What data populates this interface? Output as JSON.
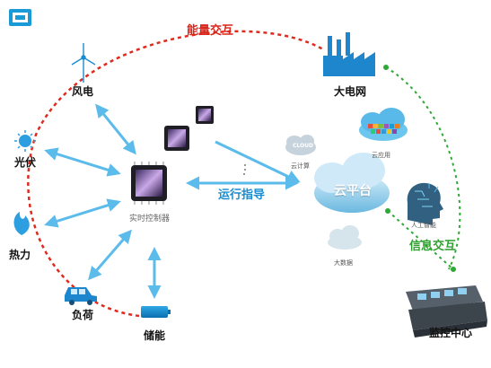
{
  "labels": {
    "energy_exchange": "能量交互",
    "info_exchange": "信息交互",
    "operation_guide": "运行指导",
    "wind": "风电",
    "solar": "光伏",
    "thermal": "热力",
    "load": "负荷",
    "storage": "储能",
    "controller": "实时控制器",
    "grid": "大电网",
    "cloud_platform": "云平台",
    "cloud_computing": "云计算",
    "cloud_app": "云应用",
    "big_data": "大数据",
    "ai": "人工智能",
    "monitor": "监控中心",
    "cloud_badge": "CLOUD"
  },
  "colors": {
    "energy_line": "#e02a1e",
    "info_line": "#2fa836",
    "arrow": "#5bbbea",
    "label_blue": "#1a8ccf",
    "logo": "#1a9ad6"
  },
  "icons": {
    "logo": "company-logo",
    "wind": "wind-turbine-icon",
    "solar": "sun-icon",
    "thermal": "flame-icon",
    "load": "car-icon",
    "storage": "battery-icon",
    "controller": "chip-icon",
    "grid": "factory-icon",
    "cloud": "cloud-icon",
    "ai": "head-icon",
    "monitor": "control-room-icon"
  }
}
